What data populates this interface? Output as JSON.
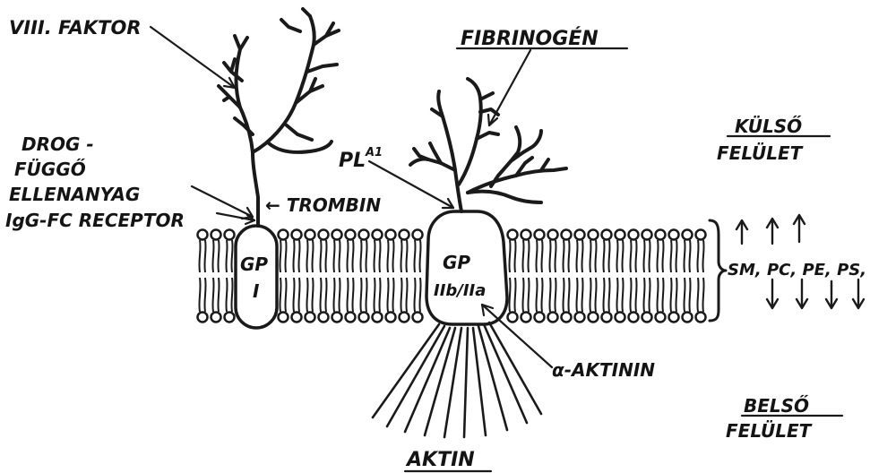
{
  "labels": {
    "viii_faktor": "VIII. FAKTOR",
    "fibrinogen": "FIBRINOGÉN",
    "kulso": "KÜLSŐ",
    "felulet_kulso": "FELÜLET",
    "drog_1": "DROG -",
    "drog_2": "FÜGGŐ",
    "drog_3": "ELLENANYAG",
    "igg_fc": "IgG-FC RECEPTOR",
    "pl": "PL",
    "pl_sup": "A1",
    "trombin": "← TROMBIN",
    "gp1_a": "GP",
    "gp1_b": "I",
    "gp2_a": "GP",
    "gp2_b": "IIb/IIa",
    "lipids": "SM, PC, PE, PS, PI",
    "aktinin": "α-AKTININ",
    "belso": "BELSŐ",
    "felulet_belso": "FELÜLET",
    "aktin": "AKTIN"
  }
}
